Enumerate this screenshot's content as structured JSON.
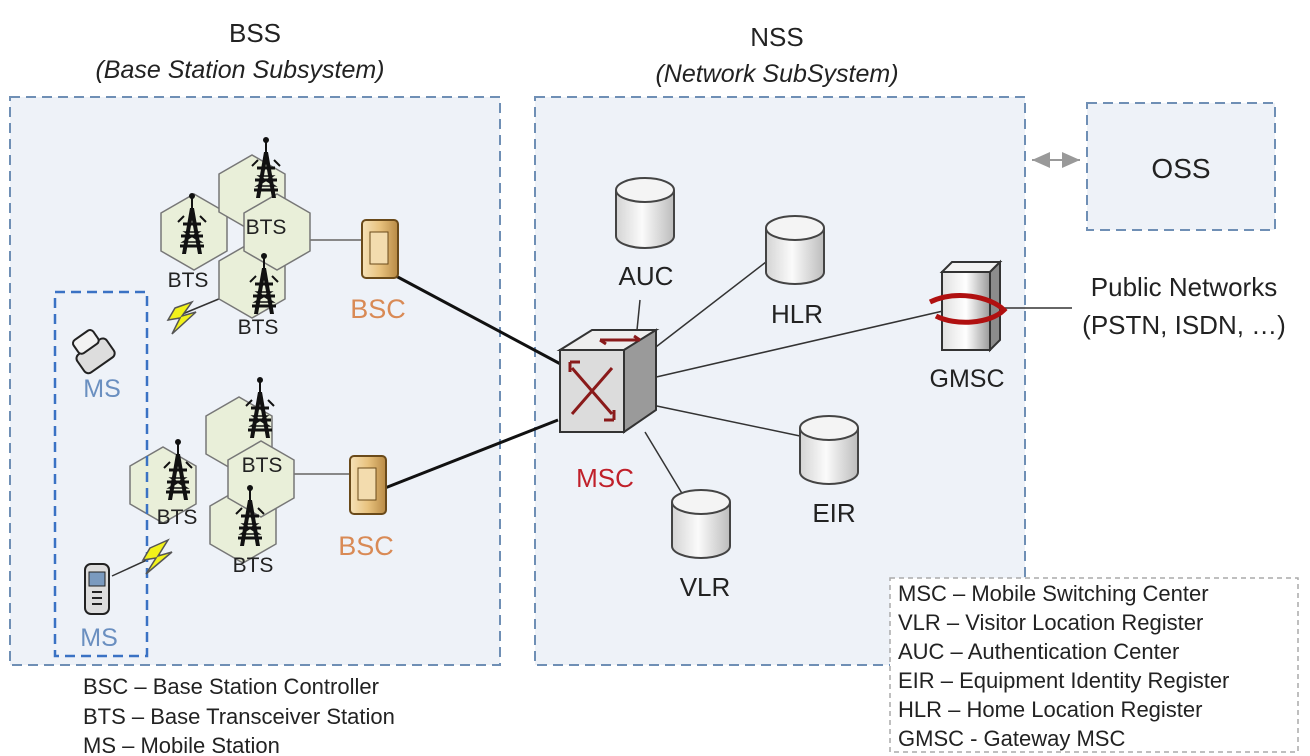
{
  "bss": {
    "title": "BSS",
    "subtitle": "(Base Station Subsystem)"
  },
  "nss": {
    "title": "NSS",
    "subtitle": "(Network SubSystem)"
  },
  "oss": {
    "label": "OSS"
  },
  "public_networks": {
    "line1": "Public Networks",
    "line2": "(PSTN, ISDN, …)"
  },
  "nodes": {
    "bts": "BTS",
    "bsc": "BSC",
    "ms": "MS",
    "msc": "MSC",
    "auc": "AUC",
    "hlr": "HLR",
    "eir": "EIR",
    "vlr": "VLR",
    "gmsc": "GMSC"
  },
  "legend_bss": [
    "BSC – Base Station Controller",
    "BTS – Base Transceiver Station",
    "MS – Mobile Station"
  ],
  "legend_nss": [
    "MSC – Mobile Switching Center",
    "VLR – Visitor Location Register",
    "AUC – Authentication Center",
    "EIR – Equipment Identity Register",
    "HLR – Home Location Register",
    "GMSC - Gateway MSC"
  ],
  "colors": {
    "box_border": "#6f8fb5",
    "box_fill": "#eef2f8",
    "ms_box_border": "#3a72c4",
    "ms_label": "#6a8fc0",
    "bsc_label": "#d98a55",
    "msc_label": "#c0202a",
    "hex_fill": "#e9efd9",
    "lightning": "#f2f21a"
  }
}
